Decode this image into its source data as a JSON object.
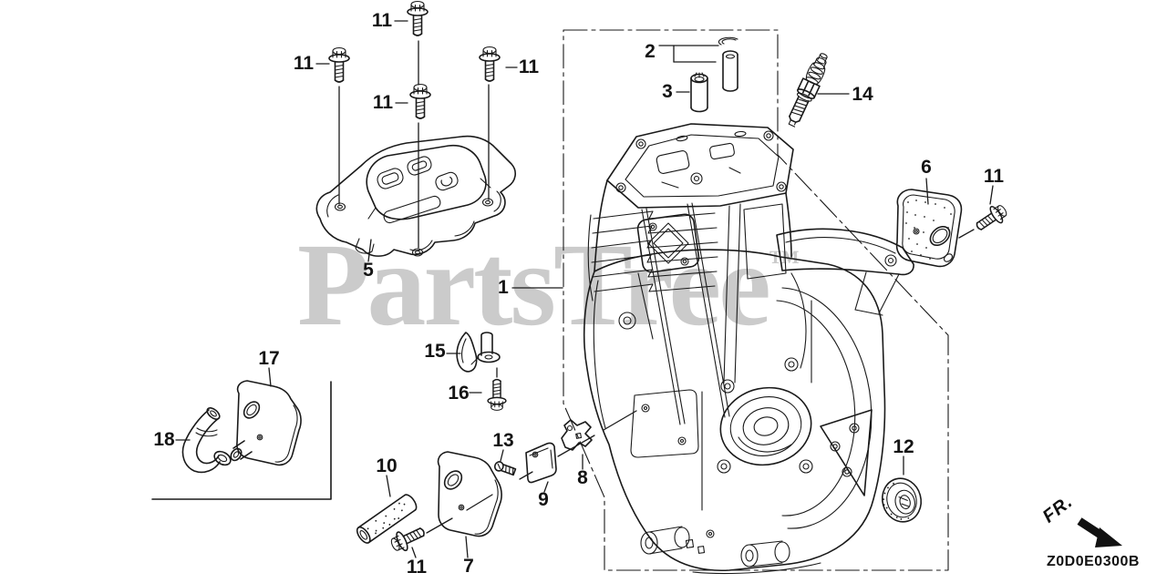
{
  "diagram": {
    "watermark": "PartsTree",
    "watermark_tm": "™",
    "ref_code": "Z0D0E0300B",
    "direction_label": "FR.",
    "line_color": "#1a1a1a",
    "watermark_color": "#cbcbcb",
    "background_color": "#ffffff"
  },
  "callouts": [
    {
      "text": "11"
    },
    {
      "text": "11"
    },
    {
      "text": "11"
    },
    {
      "text": "11"
    },
    {
      "text": "2"
    },
    {
      "text": "3"
    },
    {
      "text": "14"
    },
    {
      "text": "5"
    },
    {
      "text": "1"
    },
    {
      "text": "6"
    },
    {
      "text": "11"
    },
    {
      "text": "17"
    },
    {
      "text": "15"
    },
    {
      "text": "16"
    },
    {
      "text": "18"
    },
    {
      "text": "13"
    },
    {
      "text": "10"
    },
    {
      "text": "8"
    },
    {
      "text": "9"
    },
    {
      "text": "12"
    },
    {
      "text": "7"
    },
    {
      "text": "11"
    }
  ]
}
